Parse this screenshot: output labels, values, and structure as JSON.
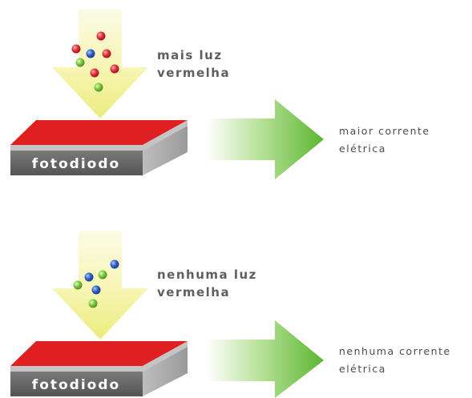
{
  "panels": [
    {
      "id": "top",
      "light_line1": "mais luz",
      "light_line2": "vermelha",
      "photodiode_label": "fotodiodo",
      "current_line1": "maior corrente",
      "current_line2": "elétrica",
      "particles": [
        "red",
        "red",
        "blue",
        "red",
        "green",
        "red",
        "red",
        "green"
      ]
    },
    {
      "id": "bottom",
      "light_line1": "nenhuma luz",
      "light_line2": "vermelha",
      "photodiode_label": "fotodiodo",
      "current_line1": "nenhuma corrente",
      "current_line2": "elétrica",
      "particles": [
        "blue",
        "blue",
        "green",
        "green",
        "blue",
        "green"
      ]
    }
  ],
  "colors": {
    "light_arrow": "#f3f2a0",
    "sensor_top": "#e02020",
    "sensor_side": "#6b6b6b",
    "current_arrow": "#6cbf3c",
    "particle_red": "#e0303a",
    "particle_blue": "#3060c8",
    "particle_green": "#7cc83c"
  }
}
